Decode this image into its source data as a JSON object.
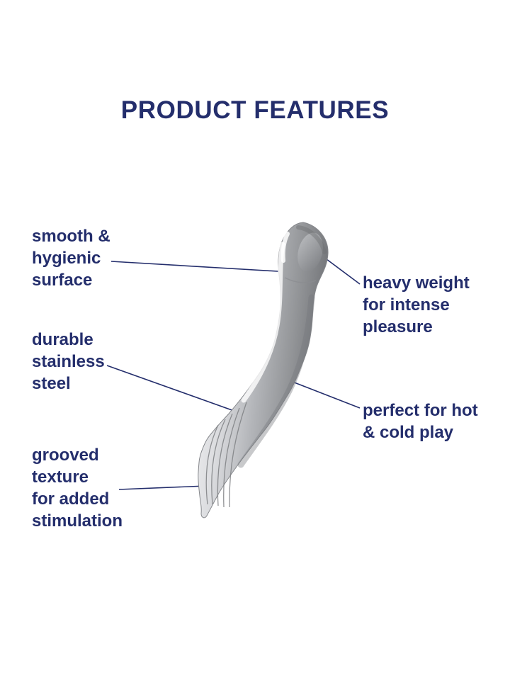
{
  "page": {
    "background_color": "#ffffff",
    "accent_color": "#242e6c",
    "line_color": "#242e6c"
  },
  "header": {
    "title": "PRODUCT FEATURES"
  },
  "features": [
    {
      "id": "smooth-surface",
      "label": "smooth &\nhygienic\nsurface"
    },
    {
      "id": "durable-steel",
      "label": "durable\nstainless\nsteel"
    },
    {
      "id": "grooved-texture",
      "label": "grooved\ntexture\nfor added\nstimulation"
    },
    {
      "id": "heavy-weight",
      "label": "heavy weight\nfor intense\npleasure"
    },
    {
      "id": "hot-cold-play",
      "label": "perfect for hot\n& cold play"
    }
  ],
  "illustration": {
    "name": "stainless-steel-curved-wand",
    "material_colors": [
      "#f4f4f5",
      "#d9dadc",
      "#aeb0b3",
      "#8d8f93",
      "#6f7175"
    ]
  }
}
